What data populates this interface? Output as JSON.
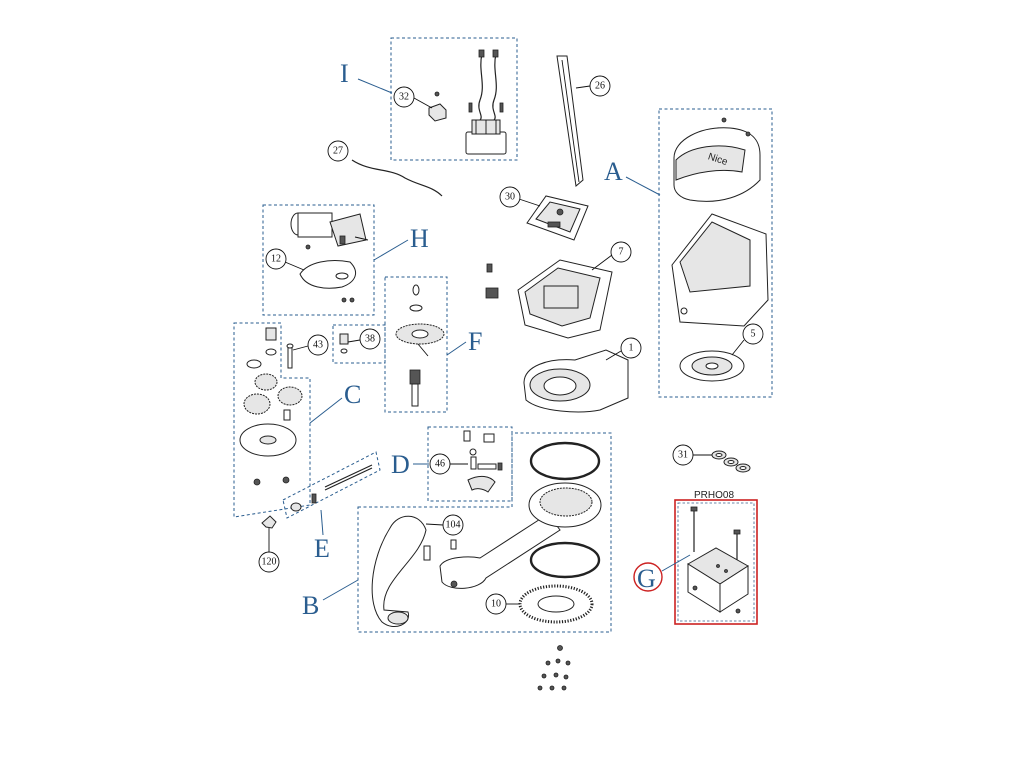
{
  "groups": {
    "A": "A",
    "B": "B",
    "C": "C",
    "D": "D",
    "E": "E",
    "F": "F",
    "G": "G",
    "H": "H",
    "I": "I"
  },
  "callouts": {
    "c1": "1",
    "c5": "5",
    "c7": "7",
    "c10": "10",
    "c12": "12",
    "c26": "26",
    "c27": "27",
    "c30": "30",
    "c31": "31",
    "c32": "32",
    "c38": "38",
    "c43": "43",
    "c46": "46",
    "c104": "104",
    "c120": "120"
  },
  "kit_label": "PRHO08",
  "brand_text": "Nice",
  "colors": {
    "group_frame": "#2a5d8f",
    "highlight": "#cc2222"
  }
}
